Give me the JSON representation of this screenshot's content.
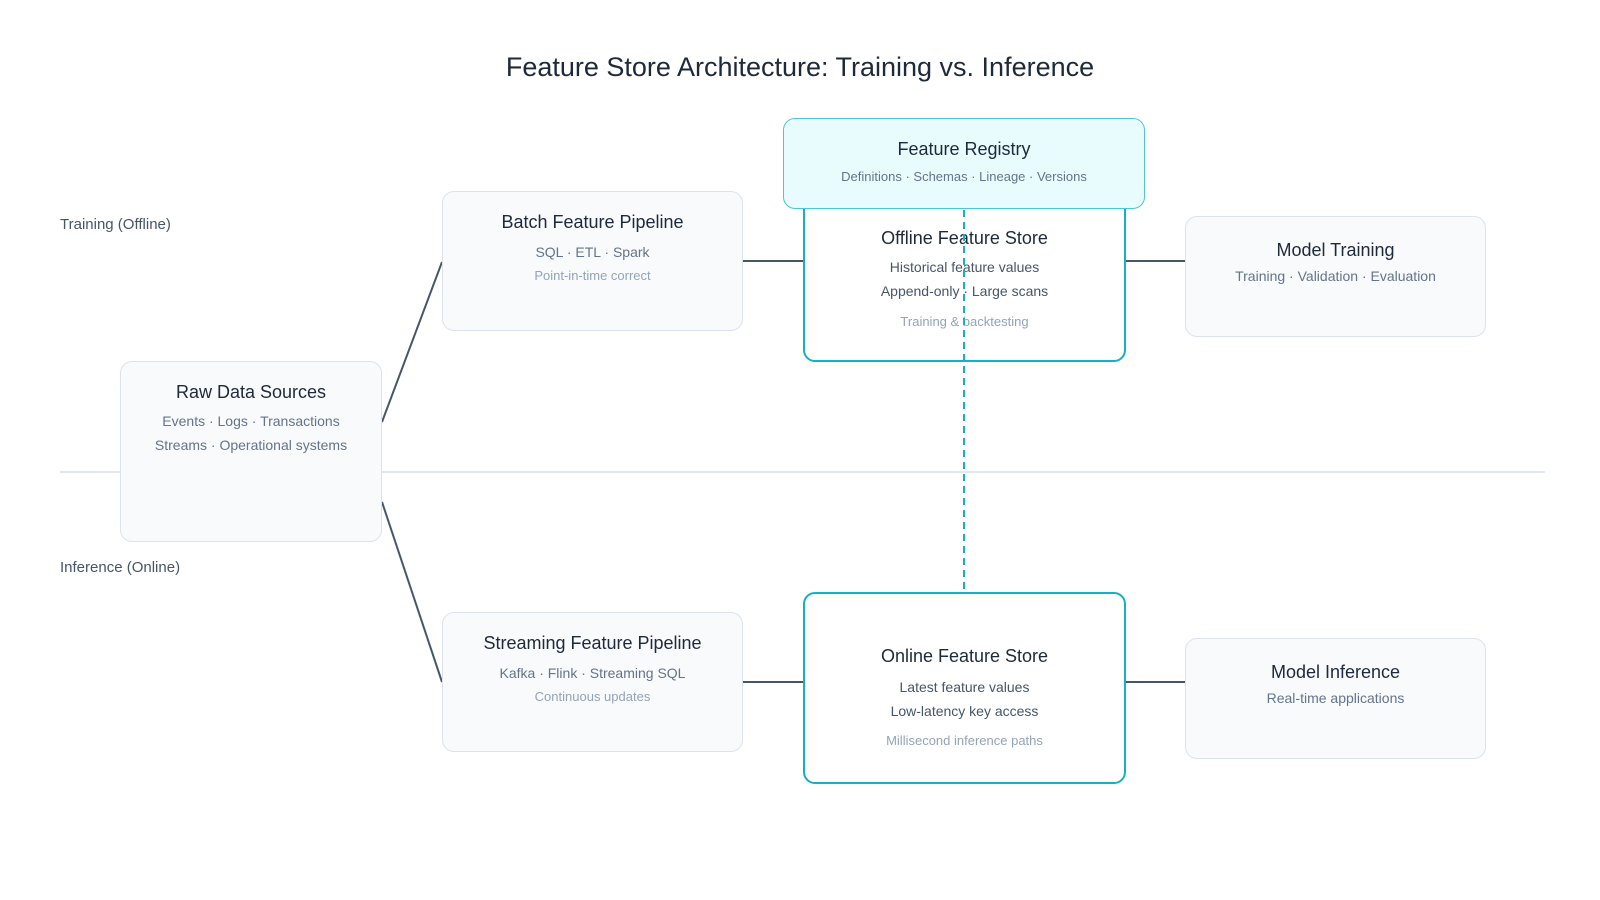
{
  "title": "Feature Store Architecture: Training vs. Inference",
  "lanes": {
    "training": "Training (Offline)",
    "inference": "Inference (Online)"
  },
  "colors": {
    "accent": "#14b0c4",
    "registry_fill": "#e9fcfd",
    "node_fill": "#f8fafc",
    "connector": "#475569",
    "divider": "#e2e8f0"
  },
  "nodes": {
    "raw": {
      "title": "Raw Data Sources",
      "lines": [
        "Events · Logs · Transactions",
        "Streams · Operational systems"
      ]
    },
    "batch": {
      "title": "Batch Feature Pipeline",
      "lines": [
        "SQL · ETL · Spark"
      ],
      "note": "Point-in-time correct"
    },
    "streaming": {
      "title": "Streaming Feature Pipeline",
      "lines": [
        "Kafka · Flink · Streaming SQL"
      ],
      "note": "Continuous updates"
    },
    "offline": {
      "title": "Offline Feature Store",
      "lines": [
        "Historical feature values",
        "Append-only · Large scans"
      ],
      "note": "Training & backtesting"
    },
    "online": {
      "title": "Online Feature Store",
      "lines": [
        "Latest feature values",
        "Low-latency key access"
      ],
      "note": "Millisecond inference paths"
    },
    "registry": {
      "title": "Feature Registry",
      "lines": [
        "Definitions · Schemas · Lineage · Versions"
      ]
    },
    "training": {
      "title": "Model Training",
      "lines": [
        "Training · Validation · Evaluation"
      ]
    },
    "inference": {
      "title": "Model Inference",
      "lines": [
        "Real-time applications"
      ]
    }
  },
  "edges": [
    {
      "from": "raw",
      "to": "batch",
      "style": "solid"
    },
    {
      "from": "raw",
      "to": "streaming",
      "style": "solid"
    },
    {
      "from": "batch",
      "to": "offline",
      "style": "solid"
    },
    {
      "from": "streaming",
      "to": "online",
      "style": "solid"
    },
    {
      "from": "offline",
      "to": "training",
      "style": "solid"
    },
    {
      "from": "online",
      "to": "inference",
      "style": "solid"
    },
    {
      "from": "registry",
      "to": "online",
      "style": "dashed"
    }
  ]
}
